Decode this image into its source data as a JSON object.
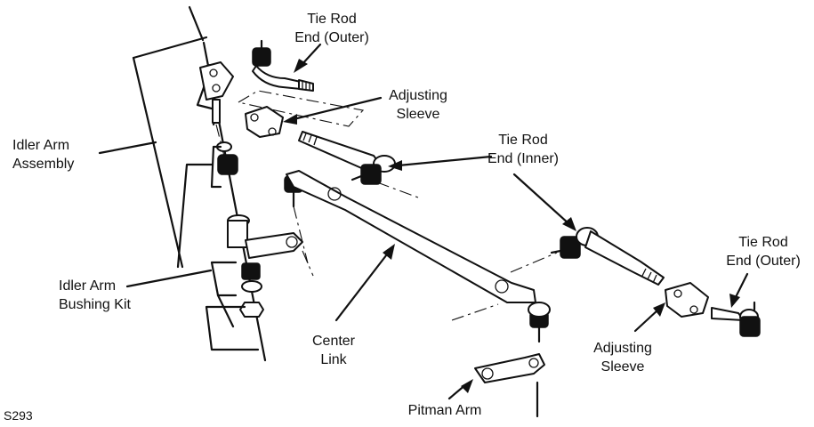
{
  "labels": {
    "tie_rod_end_outer_top": [
      "Tie Rod",
      "End (Outer)"
    ],
    "adjusting_sleeve_top": [
      "Adjusting",
      "Sleeve"
    ],
    "idler_arm_assembly": [
      "Idler Arm",
      "Assembly"
    ],
    "tie_rod_end_inner": [
      "Tie Rod",
      "End (Inner)"
    ],
    "tie_rod_end_outer_right": [
      "Tie Rod",
      "End (Outer)"
    ],
    "idler_arm_bushing_kit": [
      "Idler Arm",
      "Bushing Kit"
    ],
    "center_link": [
      "Center",
      "Link"
    ],
    "adjusting_sleeve_bottom": [
      "Adjusting",
      "Sleeve"
    ],
    "pitman_arm": [
      "Pitman Arm"
    ]
  },
  "figure_code": "S293"
}
